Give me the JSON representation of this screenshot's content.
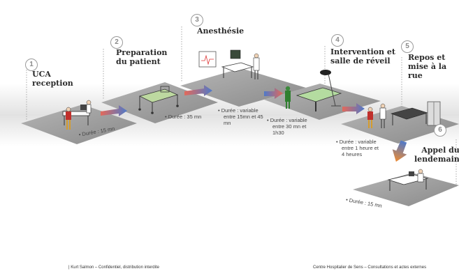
{
  "steps": [
    {
      "num": "1",
      "title_line1": "UCA",
      "title_line2": "reception",
      "duration": "Durée : 15 mn"
    },
    {
      "num": "2",
      "title_line1": "Preparation",
      "title_line2": "du patient",
      "duration": "Durée : 35 mn"
    },
    {
      "num": "3",
      "title_line1": "Anesthésie",
      "title_line2": "",
      "duration_lines": [
        "Durée : variable",
        "entre 15mn et 45",
        "mn"
      ]
    },
    {
      "num": "4",
      "title_line1": "Intervention et",
      "title_line2": "salle de réveil",
      "duration_lines": [
        "Durée : variable",
        "entre 30 mn et",
        "1h30"
      ]
    },
    {
      "num": "5",
      "title_line1": "Repos et",
      "title_line2": "mise à la rue",
      "duration_lines": [
        "Durée : variable",
        "entre 1 heure et",
        "4 heures"
      ]
    },
    {
      "num": "6",
      "title_line1": "Appel du",
      "title_line2": "lendemain",
      "duration": "Durée : 15 mn"
    }
  ],
  "footer": {
    "left": "| Kurt Salmon – Confidentiel, distribution interdite",
    "right": "Centre Hospitalier de Sens – Consultations et actes externes"
  },
  "colors": {
    "arrow_blue": "#5a7fc9",
    "arrow_red": "#d95a4a",
    "arrow_orange": "#e8912f",
    "platform": "#9a9a9a",
    "band": "#e6e6e6"
  }
}
